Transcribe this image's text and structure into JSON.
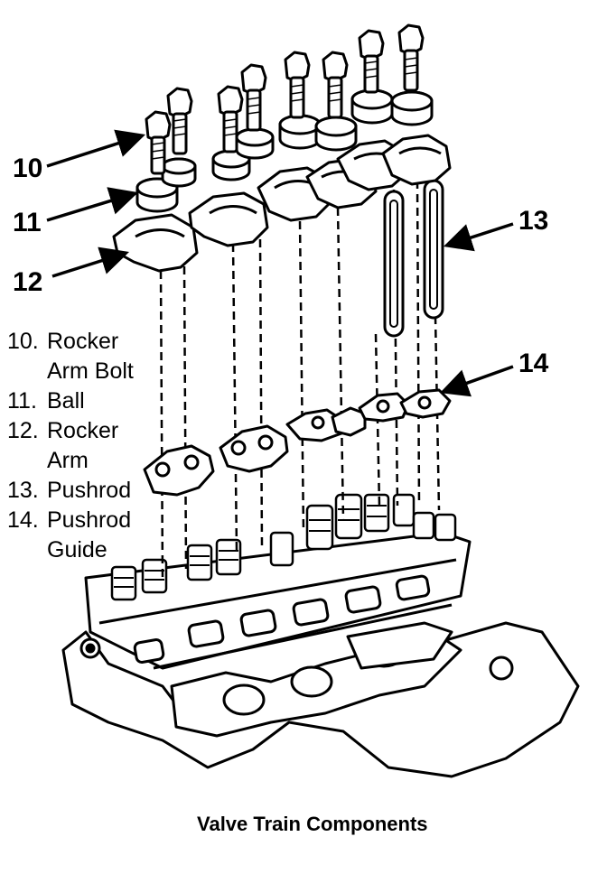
{
  "diagram": {
    "caption": "Valve Train Components",
    "callouts": [
      {
        "num": "10"
      },
      {
        "num": "11"
      },
      {
        "num": "12"
      },
      {
        "num": "13"
      },
      {
        "num": "14"
      }
    ],
    "legend": [
      {
        "num": "10.",
        "lines": [
          "Rocker",
          "Arm Bolt"
        ]
      },
      {
        "num": "11.",
        "lines": [
          "Ball"
        ]
      },
      {
        "num": "12.",
        "lines": [
          "Rocker",
          "Arm"
        ]
      },
      {
        "num": "13.",
        "lines": [
          "Pushrod"
        ]
      },
      {
        "num": "14.",
        "lines": [
          "Pushrod",
          "Guide"
        ]
      }
    ]
  }
}
